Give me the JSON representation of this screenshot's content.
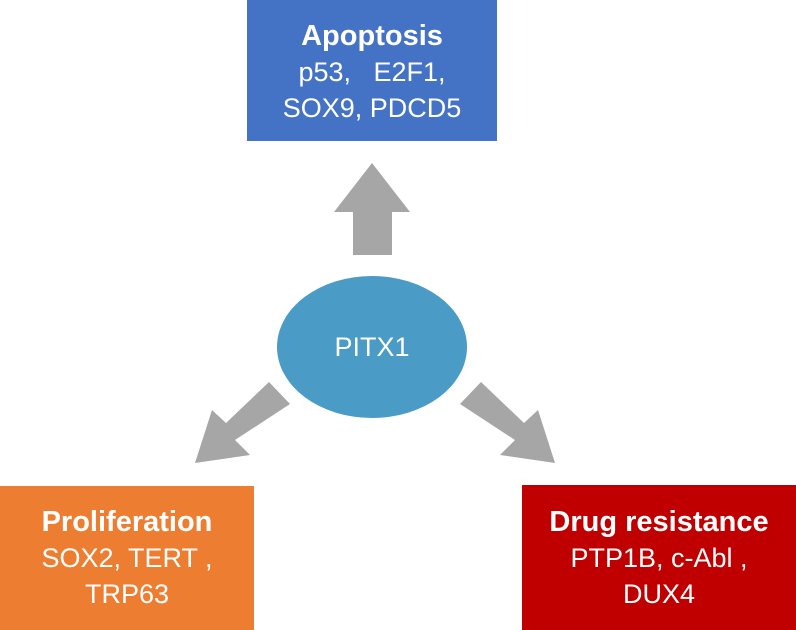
{
  "hub": {
    "label": "PITX1",
    "color": "#4a9bc6"
  },
  "arrow_color": "#a6a6a6",
  "boxes": {
    "apoptosis": {
      "title": "Apoptosis",
      "lines": [
        "p53,   E2F1,",
        "SOX9, PDCD5"
      ],
      "color": "#4472c4"
    },
    "proliferation": {
      "title": "Proliferation",
      "lines": [
        "SOX2, TERT ,",
        "TRP63"
      ],
      "color": "#ed7d31"
    },
    "drug_resistance": {
      "title": "Drug resistance",
      "lines": [
        "PTP1B, c-Abl ,",
        "DUX4"
      ],
      "color": "#c00000"
    }
  }
}
